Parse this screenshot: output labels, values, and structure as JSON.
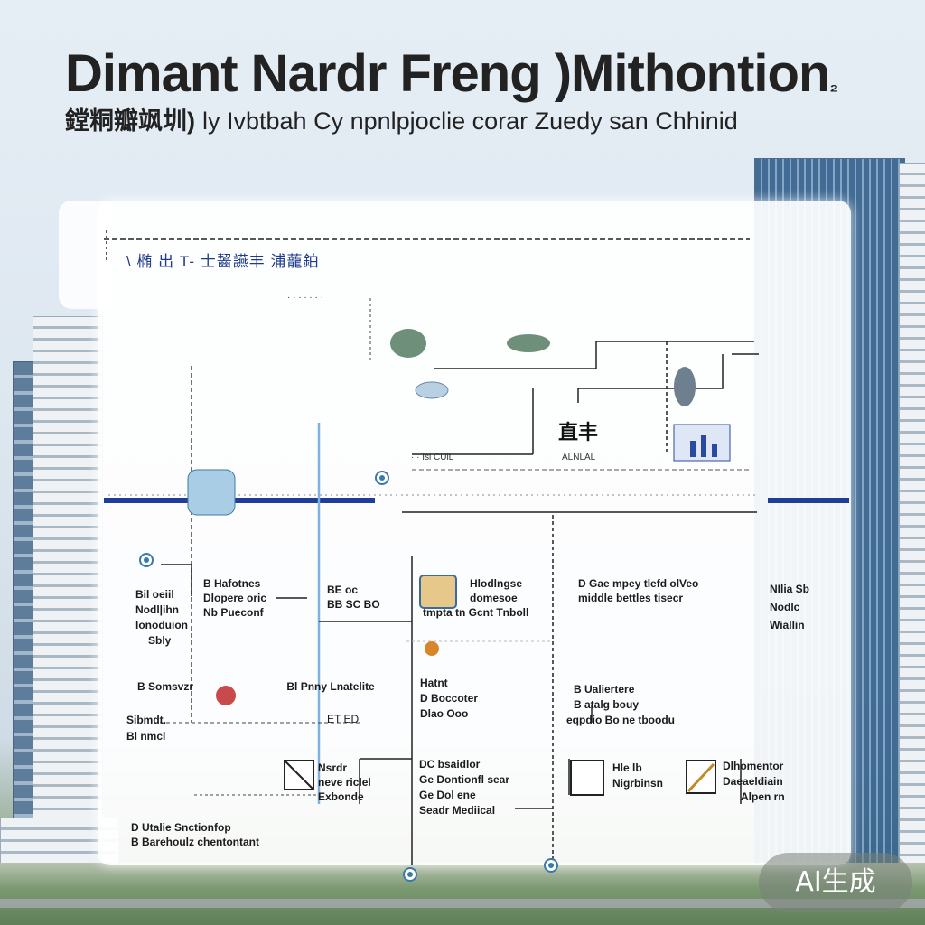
{
  "header": {
    "title": "Dimant Nardr Freng )Mithontion",
    "title_suffix": "₂",
    "subtitle_cjk": "鏜粡瓣飒圳)",
    "subtitle": "ly Ivbtbah Cy npnlpjoclie corar Zuedy san Chhinid"
  },
  "panel": {
    "header_label": "\\ 椭 出 T- 士齧讌丰 浦蘢鉑",
    "small_marks": "· · · · · · ·",
    "center_cjk": "直丰",
    "center_sub": "ALNLAL",
    "top_row_label": "· · Isi CUlL"
  },
  "labels": {
    "left_col": [
      "Bil oeiil",
      "Nodl|ihn",
      "lonoduion",
      "Sbly"
    ],
    "b1": [
      "B Hafotnes",
      "Dlopere oric",
      "Nb Pueconf"
    ],
    "b2": [
      "BE oc",
      "BB SC BO"
    ],
    "b3": [
      "Hlodlngse",
      "domesoe",
      "tmpta tn Gcnt Tnboll"
    ],
    "b4": [
      "D Gae mpey tlefd olVeo",
      "middle bettles tisecr"
    ],
    "b5": [
      "NIlia Sb",
      "Nodlc",
      "Wiallin"
    ],
    "b6": [
      "B Somsvzr",
      "Bl Pnny",
      "Lnatelite",
      "ET ED"
    ],
    "b7": [
      "Sibmdt.",
      "Bl nmcl"
    ],
    "b8": [
      "Hatnt",
      "D Boccoter",
      "Dlao Ooo"
    ],
    "b9": [
      "B Ualiertere",
      "B atalg bouy",
      "eqpdio Bo ne tboodu"
    ],
    "b10": [
      "Nsrdr",
      "neve riclel",
      "Exbonde"
    ],
    "b11": [
      "DC bsaidlor",
      "Ge Dontionfl sear",
      "Ge Dol ene",
      "Seadr Mediical"
    ],
    "b12": [
      "Hle lb",
      "Nigrbinsn"
    ],
    "b13": [
      "Dlhomentor",
      "Daeaeldiain",
      "Alpen rn"
    ],
    "footer": [
      "D Utalie Snctionfop",
      "B Barehoulz chentontant"
    ]
  },
  "badge": {
    "text": "AI生成"
  },
  "colors": {
    "main_line": "#1f3e9a",
    "node": "#3a7aa8",
    "accent_blue": "#23389a"
  }
}
